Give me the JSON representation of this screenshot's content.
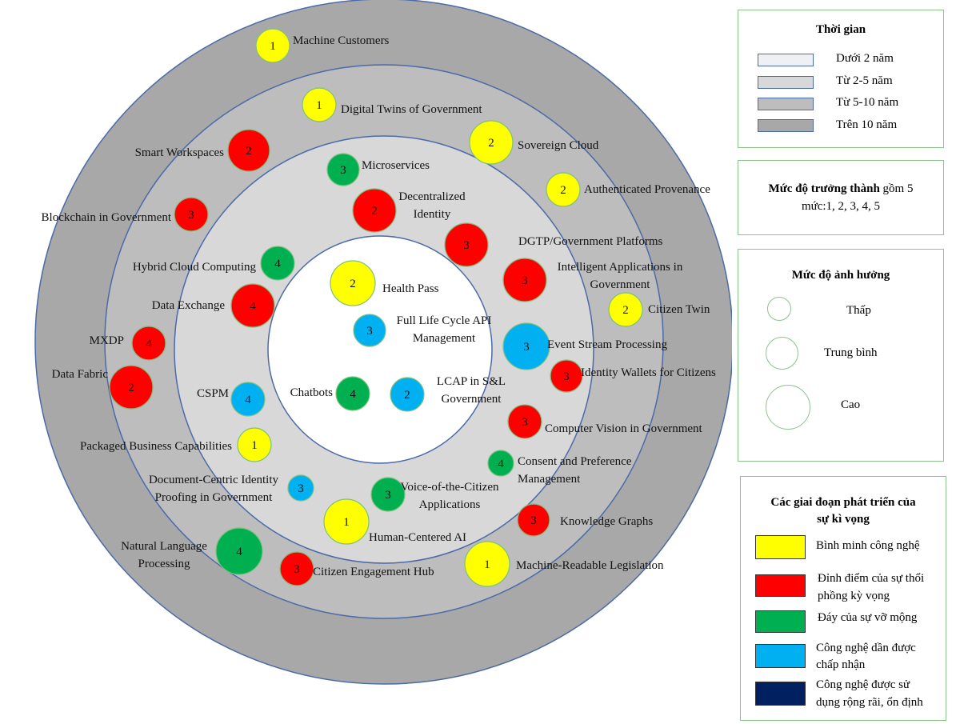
{
  "colors": {
    "ring_outer": "#a8a8a8",
    "ring_mid": "#bdbdbd",
    "ring_inner": "#d8d8d8",
    "ring_center": "#ffffff",
    "ring_stroke": "#4a6aa8",
    "stage1": "#ffff00",
    "stage2": "#ff0000",
    "stage3": "#00b050",
    "stage4": "#00b0f0",
    "stage5": "#002060"
  },
  "radar_items": [
    {
      "label": "Machine Customers",
      "level": "1",
      "stage": 1,
      "impact": "medium"
    },
    {
      "label": "Digital Twins of Government",
      "level": "1",
      "stage": 1,
      "impact": "medium"
    },
    {
      "label": "Smart Workspaces",
      "level": "2",
      "stage": 2,
      "impact": "high"
    },
    {
      "label": "Sovereign Cloud",
      "level": "2",
      "stage": 1,
      "impact": "high"
    },
    {
      "label": "Microservices",
      "level": "3",
      "stage": 3,
      "impact": "medium"
    },
    {
      "label": "Authenticated Provenance",
      "level": "2",
      "stage": 1,
      "impact": "medium"
    },
    {
      "label": "Decentralized\nIdentity",
      "level": "2",
      "stage": 2,
      "impact": "high"
    },
    {
      "label": "Blockchain in Government",
      "level": "3",
      "stage": 2,
      "impact": "medium"
    },
    {
      "label": "DGTP/Government Platforms",
      "level": "3",
      "stage": 2,
      "impact": "high"
    },
    {
      "label": "Hybrid Cloud Computing",
      "level": "4",
      "stage": 3,
      "impact": "medium"
    },
    {
      "label": "Intelligent Applications in\nGovernment",
      "level": "3",
      "stage": 2,
      "impact": "high"
    },
    {
      "label": "Health Pass",
      "level": "2",
      "stage": 1,
      "impact": "high"
    },
    {
      "label": "Data Exchange",
      "level": "4",
      "stage": 2,
      "impact": "high"
    },
    {
      "label": "Citizen Twin",
      "level": "2",
      "stage": 1,
      "impact": "medium"
    },
    {
      "label": "Full Life Cycle API\nManagement",
      "level": "3",
      "stage": 4,
      "impact": "medium"
    },
    {
      "label": "MXDP",
      "level": "4",
      "stage": 2,
      "impact": "medium"
    },
    {
      "label": "Event Stream Processing",
      "level": "3",
      "stage": 4,
      "impact": "high"
    },
    {
      "label": "Data Fabric",
      "level": "2",
      "stage": 2,
      "impact": "high"
    },
    {
      "label": "Identity Wallets for Citizens",
      "level": "3",
      "stage": 2,
      "impact": "medium"
    },
    {
      "label": "CSPM",
      "level": "4",
      "stage": 4,
      "impact": "medium"
    },
    {
      "label": "Chatbots",
      "level": "4",
      "stage": 3,
      "impact": "medium"
    },
    {
      "label": "LCAP in S&L\nGovernment",
      "level": "2",
      "stage": 4,
      "impact": "medium"
    },
    {
      "label": "Computer Vision in Government",
      "level": "3",
      "stage": 2,
      "impact": "medium"
    },
    {
      "label": "Packaged Business Capabilities",
      "level": "1",
      "stage": 1,
      "impact": "medium"
    },
    {
      "label": "Consent and Preference\nManagement",
      "level": "4",
      "stage": 3,
      "impact": "low"
    },
    {
      "label": "Document-Centric Identity\nProofing in Government",
      "level": "3",
      "stage": 4,
      "impact": "low"
    },
    {
      "label": "Voice-of-the-Citizen\nApplications",
      "level": "3",
      "stage": 3,
      "impact": "medium"
    },
    {
      "label": "Knowledge Graphs",
      "level": "3",
      "stage": 2,
      "impact": "medium"
    },
    {
      "label": "Human-Centered AI",
      "level": "1",
      "stage": 1,
      "impact": "high"
    },
    {
      "label": "Natural Language\nProcessing",
      "level": "4",
      "stage": 3,
      "impact": "high"
    },
    {
      "label": "Citizen Engagement Hub",
      "level": "3",
      "stage": 2,
      "impact": "medium"
    },
    {
      "label": "Machine-Readable Legislation",
      "level": "1",
      "stage": 1,
      "impact": "high"
    }
  ],
  "legend_time": {
    "title": "Thời gian",
    "items": [
      "Dưới 2 năm",
      "Từ 2-5 năm",
      "Từ 5-10  năm",
      "Trên 10 năm"
    ]
  },
  "legend_maturity": {
    "bold": "Mức độ trưởng thành",
    "rest": " gồm 5",
    "line2": "mức:1, 2, 3, 4, 5"
  },
  "legend_impact": {
    "title": "Mức độ ảnh hưởng",
    "items": [
      "Thấp",
      "Trung bình",
      "Cao"
    ]
  },
  "legend_stage": {
    "title_line1": "Các giai đoạn phát triển của",
    "title_line2": "sự kì vọng",
    "items": [
      {
        "line1": "Bình minh công nghệ",
        "line2": ""
      },
      {
        "line1": "Đỉnh điểm của sự thổi",
        "line2": "phồng kỳ vọng"
      },
      {
        "line1": "Đáy của sự vỡ mộng",
        "line2": ""
      },
      {
        "line1": "Công nghệ dần được",
        "line2": "chấp nhận"
      },
      {
        "line1": "Công nghệ được sử",
        "line2": "dụng rộng rãi, ổn định"
      }
    ]
  }
}
